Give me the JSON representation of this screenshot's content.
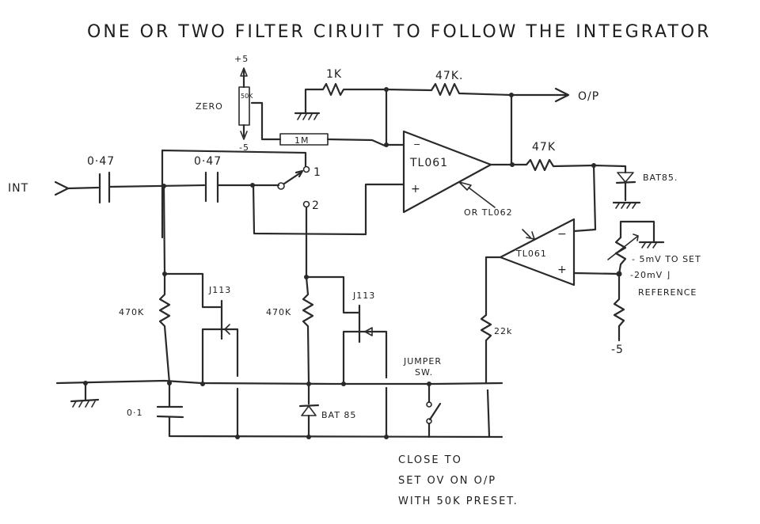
{
  "title": "ONE OR TWO FILTER CIRUIT TO FOLLOW THE INTEGRATOR",
  "colors": {
    "ink": "#2a2a2a",
    "paper": "#ffffff"
  },
  "labels": {
    "input": "INT",
    "cap_in": "0·47",
    "cap_series": "0·47",
    "switch_pos1": "1",
    "switch_pos2": "2",
    "zero_pot": "ZERO",
    "zero_pot_value": "50K",
    "supply_pos": "+5",
    "supply_neg": "-5",
    "r_1m": "1M",
    "r_1k": "1K",
    "r_feedback": "47K.",
    "output": "O/P",
    "opamp1": "TL061",
    "opamp_alt": "OR TL062",
    "r_47k_out": "47K",
    "diode_top": "BAT85.",
    "opamp2": "TL061",
    "ref_note_1": "- 5mV TO SET",
    "ref_note_2": "-20mV ⌋",
    "ref_note_3": "REFERENCE",
    "ref_supply": "-5",
    "r_470k_1": "470K",
    "r_470k_2": "470K",
    "jfet_1": "J113",
    "jfet_2": "J113",
    "r_22k": "22k",
    "cap_gnd": "0·1",
    "diode_bottom": "BAT 85",
    "jumper_1": "JUMPER",
    "jumper_2": "SW.",
    "note_1": "CLOSE TO",
    "note_2": "SET OV ON O/P",
    "note_3": "WITH 50K PRESET."
  }
}
